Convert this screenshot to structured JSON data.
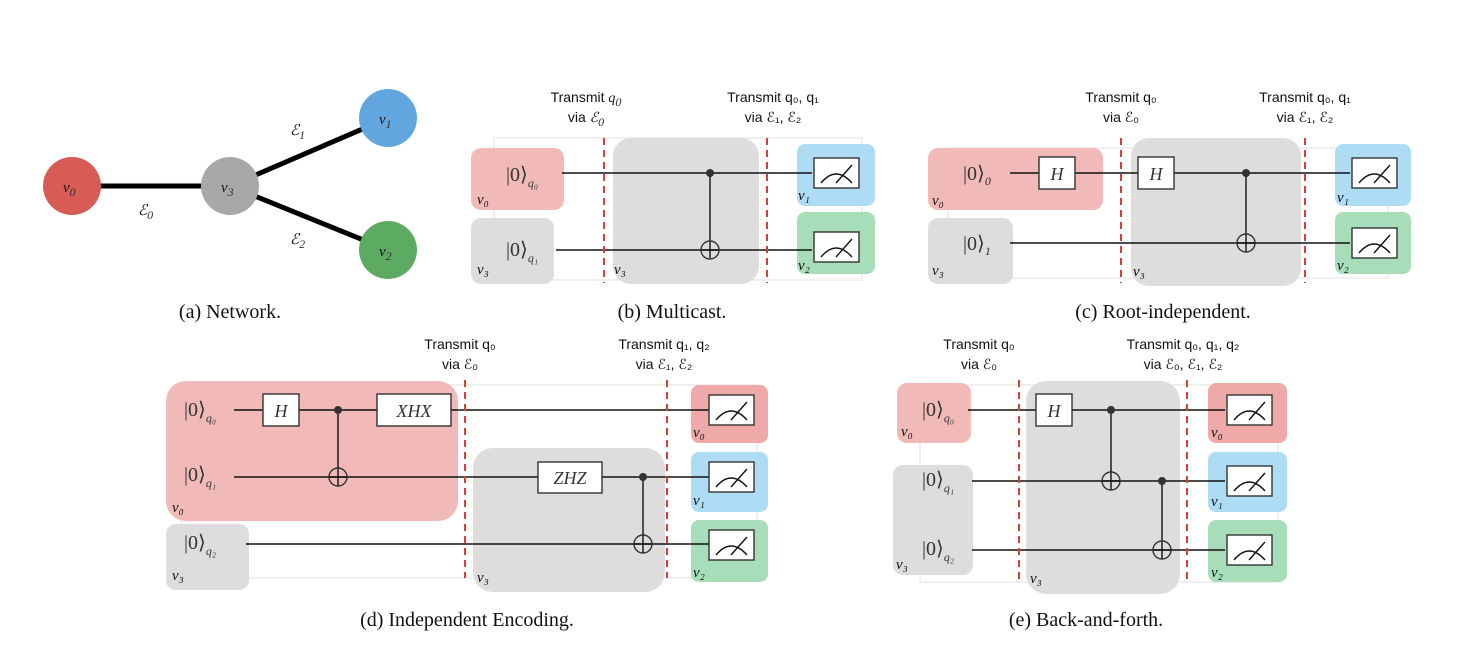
{
  "panels": {
    "a": {
      "caption": "(a) Network.",
      "nodes": [
        {
          "id": "v0",
          "label": "v",
          "sub": "0",
          "color": "#d65c55"
        },
        {
          "id": "v3",
          "label": "v",
          "sub": "3",
          "color": "#a8a8a8"
        },
        {
          "id": "v1",
          "label": "v",
          "sub": "1",
          "color": "#62a6e0"
        },
        {
          "id": "v2",
          "label": "v",
          "sub": "2",
          "color": "#5dab62"
        }
      ],
      "edges": [
        {
          "from": "v0",
          "to": "v3",
          "label": "ℰ",
          "sub": "0"
        },
        {
          "from": "v3",
          "to": "v1",
          "label": "ℰ",
          "sub": "1"
        },
        {
          "from": "v3",
          "to": "v2",
          "label": "ℰ",
          "sub": "2"
        }
      ]
    },
    "b": {
      "caption": "(b) Multicast.",
      "transmit1": {
        "line1_prefix": "Transmit ",
        "line1_q": "q",
        "line1_sub": "0",
        "line2_prefix": "via ",
        "line2_e": "ℰ",
        "line2_sub": "0"
      },
      "transmit2": {
        "line1": "Transmit q₀, q₁",
        "line2": "via ℰ₁, ℰ₂"
      },
      "kets": [
        {
          "text": "|0⟩",
          "sub": "q₀"
        },
        {
          "text": "|0⟩",
          "sub": "q₁"
        }
      ],
      "node_labels": [
        "v₀",
        "v₃",
        "v₃",
        "v₁",
        "v₂"
      ]
    },
    "c": {
      "caption": "(c) Root-independent.",
      "transmit1": {
        "line1": "Transmit q₀",
        "line2": "via ℰ₀"
      },
      "transmit2": {
        "line1": "Transmit q₀, q₁",
        "line2": "via ℰ₁, ℰ₂"
      },
      "kets": [
        {
          "text": "|0⟩",
          "sub": "0"
        },
        {
          "text": "|0⟩",
          "sub": "1"
        }
      ],
      "gates": [
        "H",
        "H"
      ],
      "node_labels": [
        "v₀",
        "v₃",
        "v₃",
        "v₁",
        "v₂"
      ]
    },
    "d": {
      "caption": "(d) Independent Encoding.",
      "transmit1": {
        "line1": "Transmit q₀",
        "line2": "via ℰ₀"
      },
      "transmit2": {
        "line1": "Transmit q₁, q₂",
        "line2": "via ℰ₁, ℰ₂"
      },
      "kets": [
        {
          "text": "|0⟩",
          "sub": "q₀"
        },
        {
          "text": "|0⟩",
          "sub": "q₁"
        },
        {
          "text": "|0⟩",
          "sub": "q₂"
        }
      ],
      "gates": [
        "H",
        "XHX",
        "ZHZ"
      ],
      "node_labels": [
        "v₀",
        "v₃",
        "v₃",
        "v₀",
        "v₁",
        "v₂"
      ]
    },
    "e": {
      "caption": "(e) Back-and-forth.",
      "transmit1": {
        "line1": "Transmit q₀",
        "line2": "via ℰ₀"
      },
      "transmit2": {
        "line1": "Transmit q₀, q₁, q₂",
        "line2": "via ℰ₀, ℰ₁, ℰ₂"
      },
      "kets": [
        {
          "text": "|0⟩",
          "sub": "q₀"
        },
        {
          "text": "|0⟩",
          "sub": "q₁"
        },
        {
          "text": "|0⟩",
          "sub": "q₂"
        }
      ],
      "gates": [
        "H"
      ],
      "node_labels": [
        "v₀",
        "v₃",
        "v₃",
        "v₀",
        "v₁",
        "v₂"
      ]
    }
  },
  "colors": {
    "red_region": "#f2b9b9",
    "gray_region": "#dedcdc",
    "blue_region": "#aedcf5",
    "green_region": "#a7ddb9",
    "red_pink_region": "#f0a9a9",
    "barrier": "#e03a3a"
  }
}
